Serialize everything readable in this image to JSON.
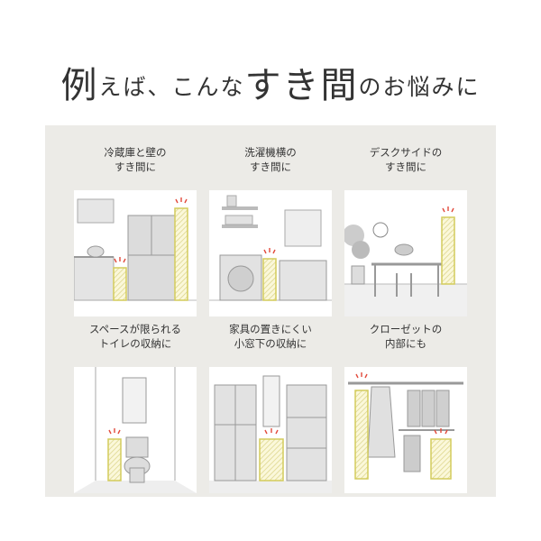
{
  "headline": {
    "pre": "例",
    "mid1": "えば、こんな",
    "emph": "すき",
    "mid2": "間",
    "post": "のお悩みに"
  },
  "cards": [
    {
      "line1": "冷蔵庫と壁の",
      "line2": "すき間に",
      "icon": "refrigerator-icon"
    },
    {
      "line1": "洗濯機横の",
      "line2": "すき間に",
      "icon": "washing-machine-icon"
    },
    {
      "line1": "デスクサイドの",
      "line2": "すき間に",
      "icon": "desk-icon"
    },
    {
      "line1": "スペースが限られる",
      "line2": "トイレの収納に",
      "icon": "toilet-icon"
    },
    {
      "line1": "家具の置きにくい",
      "line2": "小窓下の収納に",
      "icon": "window-cabinet-icon"
    },
    {
      "line1": "クローゼットの",
      "line2": "内部にも",
      "icon": "closet-icon"
    }
  ],
  "colors": {
    "panel": "#ecebe7",
    "highlight": "#d9d36a",
    "hatch": "#ebe6a8",
    "alert": "#e24a3b",
    "line": "#9a9a9a"
  }
}
